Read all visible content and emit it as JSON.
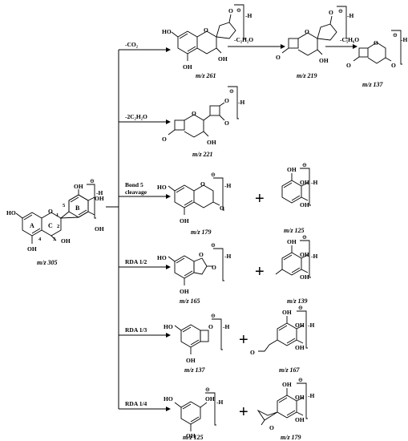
{
  "parent": {
    "mz": "m/z 305",
    "charge": "-H",
    "ring_labels": [
      "A",
      "C",
      "B"
    ],
    "atom_numbers": [
      "1",
      "2",
      "3",
      "4",
      "5"
    ],
    "substituents": [
      "HO",
      "OH",
      "OH",
      "OH",
      "OH",
      "OH"
    ]
  },
  "pathways": [
    {
      "label": "-CO₂",
      "products": [
        {
          "mz": "m/z 261",
          "charge": "-H"
        },
        {
          "mz": "m/z 219",
          "charge": "-H"
        },
        {
          "mz": "m/z 137",
          "charge": "-H"
        }
      ],
      "step_labels": [
        "-C₂H₂O",
        "-C₅H₆O"
      ]
    },
    {
      "label": "-2C₂H₂O",
      "products": [
        {
          "mz": "m/z 221",
          "charge": "-H"
        }
      ]
    },
    {
      "label_lines": [
        "Bond 5",
        "cleavage"
      ],
      "products": [
        {
          "mz": "m/z 179",
          "charge": "-H"
        },
        {
          "mz": "m/z 125",
          "charge": "-H"
        }
      ]
    },
    {
      "label": "RDA 1/2",
      "products": [
        {
          "mz": "m/z 165",
          "charge": "-H"
        },
        {
          "mz": "m/z 139",
          "charge": "-H"
        }
      ]
    },
    {
      "label": "RDA 1/3",
      "products": [
        {
          "mz": "m/z 137",
          "charge": "-H"
        },
        {
          "mz": "m/z 167",
          "charge": "-H"
        }
      ]
    },
    {
      "label": "RDA 1/4",
      "products": [
        {
          "mz": "m/z 125",
          "charge": "-H"
        },
        {
          "mz": "m/z 179",
          "charge": "-H"
        }
      ]
    }
  ],
  "atom_symbols": {
    "hydroxyl": "OH",
    "hydroxyl_left": "HO",
    "oxygen": "O",
    "charge_sign": "⊖",
    "plus": "+"
  }
}
